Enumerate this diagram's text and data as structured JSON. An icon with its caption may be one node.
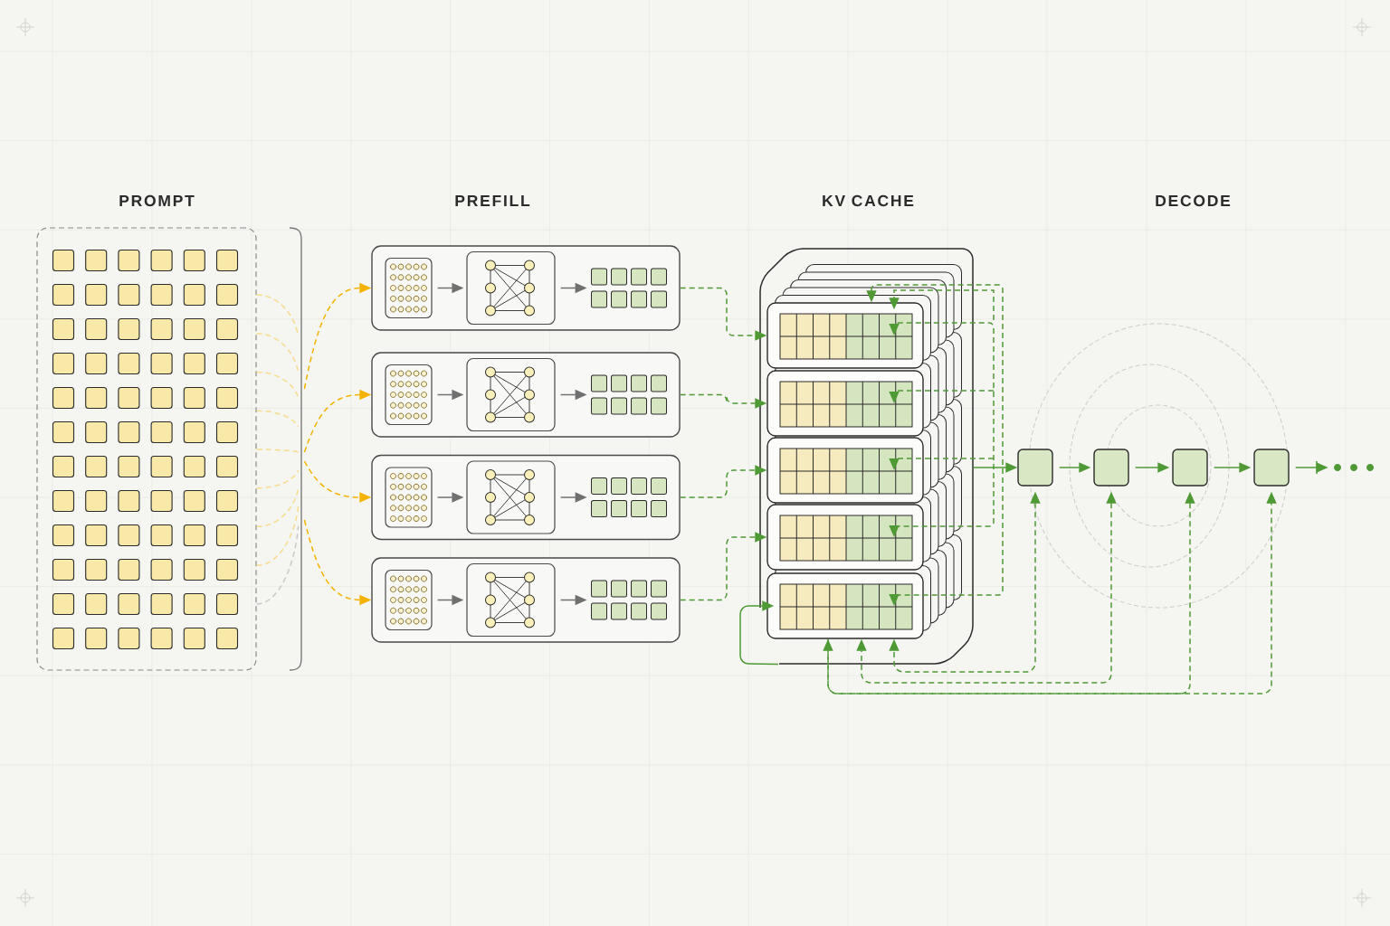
{
  "diagram": {
    "nodes": [
      {
        "text": [
          "PROMPT"
        ]
      },
      {
        "text": [],
        "shape": "bracket"
      },
      {
        "text": [],
        "shape": "box"
      },
      {
        "text": [],
        "shape": "box",
        "in": 2
      },
      {
        "text": [],
        "shape": "box",
        "in": 2
      },
      {
        "text": [],
        "shape": "grid",
        "in": 2
      },
      {
        "text": [],
        "shape": "box"
      },
      {
        "text": [],
        "shape": "box",
        "in": 6
      },
      {
        "text": [],
        "shape": "box",
        "in": 6
      },
      {
        "text": [],
        "shape": "grid",
        "in": 6
      },
      {
        "text": [],
        "shape": "box"
      },
      {
        "text": [],
        "shape": "box",
        "in": 10
      },
      {
        "text": [],
        "shape": "box",
        "in": 10
      },
      {
        "text": [],
        "shape": "grid",
        "in": 10
      },
      {
        "text": [],
        "shape": "box"
      },
      {
        "text": [],
        "shape": "box",
        "in": 14
      },
      {
        "text": [],
        "shape": "box",
        "in": 14
      },
      {
        "text": [],
        "shape": "grid",
        "in": 14
      },
      {
        "text": [
          "KV CACHE"
        ]
      },
      {
        "text": [],
        "shape": "box",
        "in": 18
      },
      {
        "text": [],
        "shape": "box",
        "in": 18
      },
      {
        "text": [],
        "shape": "box",
        "in": 18
      },
      {
        "text": [],
        "shape": "box",
        "in": 18
      },
      {
        "text": [],
        "shape": "box",
        "in": 18
      },
      {
        "text": [],
        "shape": "box"
      },
      {
        "text": [],
        "shape": "box"
      },
      {
        "text": [],
        "shape": "box"
      },
      {
        "text": [],
        "shape": "box"
      },
      {
        "text": [],
        "shape": "dots"
      }
    ],
    "edges": [
      {
        "from": 0,
        "to": 1,
        "arrow": "none",
        "style": "dashed",
        "color": "#f8dc8c"
      },
      {
        "from": 0,
        "to": 1,
        "arrow": "none",
        "style": "dashed",
        "color": "#f8dc8c"
      },
      {
        "from": 0,
        "to": 1,
        "arrow": "none",
        "style": "dashed",
        "color": "#f8dc8c"
      },
      {
        "from": 0,
        "to": 1,
        "arrow": "none",
        "style": "dashed",
        "color": "#f8dc8c"
      },
      {
        "from": 0,
        "to": 1,
        "arrow": "none",
        "style": "dashed",
        "color": "#f8dc8c"
      },
      {
        "from": 0,
        "to": 1,
        "arrow": "none",
        "style": "dashed",
        "color": "#f8dc8c"
      },
      {
        "from": 0,
        "to": 1,
        "arrow": "none",
        "style": "dashed",
        "color": "#f8dc8c"
      },
      {
        "from": 0,
        "to": 1,
        "arrow": "none",
        "style": "dashed",
        "color": "#f8dc8c"
      },
      {
        "from": 0,
        "to": 1,
        "arrow": "none",
        "style": "dashed",
        "color": "#c8c8c8"
      },
      {
        "from": 1,
        "to": 2,
        "arrow": "to",
        "style": "dashed",
        "color": "#f5b301"
      },
      {
        "from": 1,
        "to": 6,
        "arrow": "to",
        "style": "dashed",
        "color": "#f5b301"
      },
      {
        "from": 1,
        "to": 10,
        "arrow": "to",
        "style": "dashed",
        "color": "#f5b301"
      },
      {
        "from": 1,
        "to": 14,
        "arrow": "to",
        "style": "dashed",
        "color": "#f5b301"
      },
      {
        "from": 3,
        "to": 4,
        "arrow": "to",
        "color": "#707070"
      },
      {
        "from": 4,
        "to": 5,
        "arrow": "to",
        "color": "#707070"
      },
      {
        "from": 7,
        "to": 8,
        "arrow": "to",
        "color": "#707070"
      },
      {
        "from": 8,
        "to": 9,
        "arrow": "to",
        "color": "#707070"
      },
      {
        "from": 11,
        "to": 12,
        "arrow": "to",
        "color": "#707070"
      },
      {
        "from": 12,
        "to": 13,
        "arrow": "to",
        "color": "#707070"
      },
      {
        "from": 15,
        "to": 16,
        "arrow": "to",
        "color": "#707070"
      },
      {
        "from": 16,
        "to": 17,
        "arrow": "to",
        "color": "#707070"
      },
      {
        "from": 2,
        "to": 19,
        "arrow": "to",
        "style": "dashed"
      },
      {
        "from": 6,
        "to": 20,
        "arrow": "to",
        "style": "dashed"
      },
      {
        "from": 10,
        "to": 21,
        "arrow": "to",
        "style": "dashed"
      },
      {
        "from": 14,
        "to": 22,
        "arrow": "to",
        "style": "dashed"
      },
      {
        "from": 18,
        "to": 23,
        "arrow": "to"
      },
      {
        "from": 19,
        "to": 23,
        "arrow": "both",
        "style": "dashed"
      },
      {
        "from": 19,
        "to": 22,
        "arrow": "both",
        "style": "dashed"
      },
      {
        "from": null,
        "to": 20,
        "arrow": "to",
        "style": "dashed"
      },
      {
        "from": null,
        "to": 21,
        "arrow": "to",
        "style": "dashed"
      },
      {
        "from": 18,
        "to": 24,
        "arrow": "to"
      },
      {
        "from": 24,
        "to": 25,
        "arrow": "to"
      },
      {
        "from": 25,
        "to": 26,
        "arrow": "to"
      },
      {
        "from": 26,
        "to": 27,
        "arrow": "to"
      },
      {
        "from": 27,
        "to": 28,
        "arrow": "to"
      },
      {
        "from": 24,
        "to": 23,
        "arrow": "both",
        "style": "dashed"
      },
      {
        "from": 25,
        "to": 23,
        "arrow": "both",
        "style": "dashed"
      },
      {
        "from": 26,
        "to": 23,
        "arrow": "both",
        "style": "dashed"
      },
      {
        "from": 23,
        "to": 27,
        "arrow": "to",
        "style": "dashed"
      },
      {
        "from": null,
        "to": 19,
        "arrow": "to",
        "style": "dashed"
      }
    ],
    "labels": [
      "PREFILL",
      "DECODE"
    ]
  }
}
